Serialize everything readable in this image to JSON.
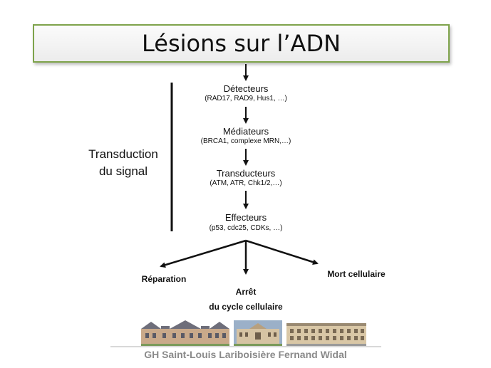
{
  "title": "Lésions sur l’ADN",
  "side_label": {
    "line1": "Transduction",
    "line2": "du signal"
  },
  "steps": [
    {
      "name": "Détecteurs",
      "examples": "(RAD17, RAD9, Hus1, …)"
    },
    {
      "name": "Médiateurs",
      "examples": "(BRCA1, complexe MRN,…)"
    },
    {
      "name": "Transducteurs",
      "examples": "(ATM, ATR, Chk1/2,…)"
    },
    {
      "name": "Effecteurs",
      "examples": "(p53, cdc25, CDKs, …)"
    }
  ],
  "outcomes": {
    "left": "Réparation",
    "center_line1": "Arrêt",
    "center_line2": "du cycle cellulaire",
    "right": "Mort cellulaire"
  },
  "footer": "GH Saint-Louis Lariboisière Fernand Widal",
  "colors": {
    "title_border": "#7ea34b",
    "footer_text": "#8a8a8a"
  }
}
